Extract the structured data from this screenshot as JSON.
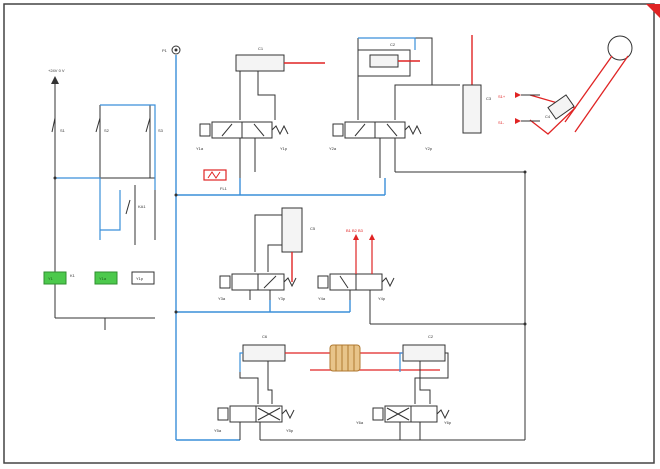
{
  "colors": {
    "frame": "#444444",
    "pneumatic_line": "#3a8fd9",
    "electric_line": "#333333",
    "active_red": "#e02424",
    "solenoid_green": "#4cc94c",
    "cylinder_body": "#f4f4f4",
    "corner_marker": "#e02424"
  },
  "icons": {
    "air_source": "air-source-icon",
    "solenoid": "solenoid-coil-icon",
    "switch": "switch-contact-icon",
    "spring": "spring-return-icon",
    "valve": "directional-valve-icon",
    "cylinder": "pneumatic-cylinder-icon",
    "lever": "lever-arm-icon",
    "flow_control": "flow-control-icon"
  },
  "labels": {
    "supply": "+24V 0 V",
    "sw1": "S1",
    "sw2": "S2",
    "sw3": "S3",
    "relay_coil": "K1",
    "relay_contact": "KA1",
    "coil_a": "Y1",
    "coil_b": "Y1a",
    "coil_c": "Y1p",
    "air": "P1",
    "cyl1": "C1",
    "cyl2": "C2",
    "cyl3": "C3",
    "cyl4": "C4",
    "cyl5": "C5",
    "cyl6": "C6",
    "valve1_left": "Y1a",
    "valve1_right": "Y1p",
    "valve2_left": "Y2a",
    "valve2_right": "Y2p",
    "valve3_left": "Y3a",
    "valve3_right": "Y3p",
    "valve4_left": "Y4a",
    "valve4_right": "Y4p",
    "valve5_left": "Y5a",
    "valve5_right": "Y5p",
    "valve6_left": "Y6a",
    "valve6_right": "Y6p",
    "flow": "FL1",
    "sensor1": "S1+",
    "sensor2": "S1-",
    "tag_top": "B1 B2 B3"
  }
}
